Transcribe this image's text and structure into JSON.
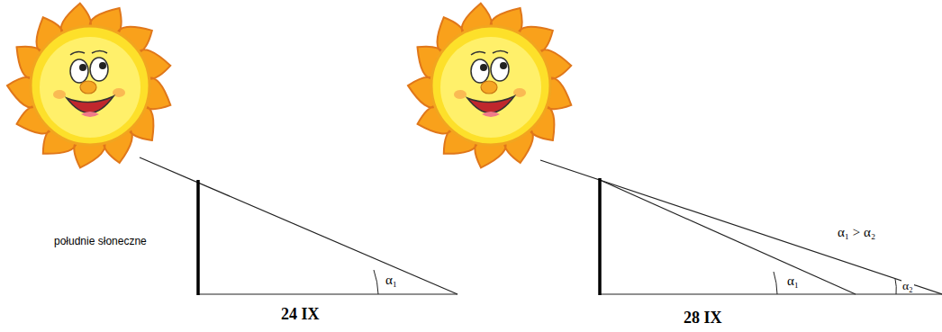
{
  "diagram": {
    "labels": [
      "południe słoneczne",
      "α₁",
      "24 IX",
      "α₁ > α₂",
      "α₁",
      "α₂",
      "28 IX"
    ]
  }
}
